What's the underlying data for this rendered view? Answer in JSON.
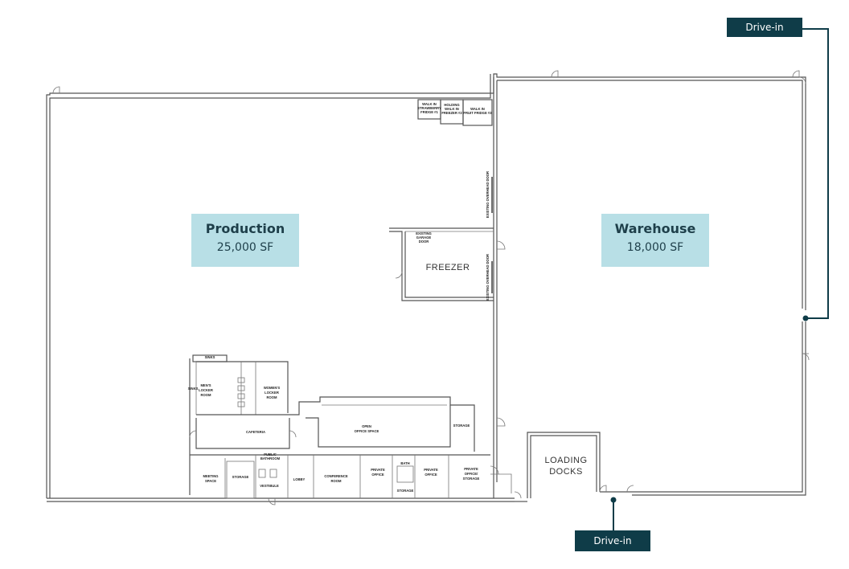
{
  "areas": {
    "production": {
      "name": "Production",
      "size": "25,000 SF"
    },
    "warehouse": {
      "name": "Warehouse",
      "size": "18,000 SF"
    }
  },
  "drive_in_labels": {
    "top": "Drive-in",
    "bottom": "Drive-in"
  },
  "rooms": {
    "freezer": "FREEZER",
    "loading_docks_line1": "LOADING",
    "loading_docks_line2": "DOCKS",
    "walk_in_strawberry_1": "WALK IN",
    "walk_in_strawberry_2": "STRAWBERRY",
    "walk_in_strawberry_3": "FRIDGE #1",
    "holding_freezer_1": "HOLDING",
    "holding_freezer_2": "WALK IN",
    "holding_freezer_3": "FREEZER #2",
    "walk_in_fruit_1": "WALK IN",
    "walk_in_fruit_2": "FRUIT FRIDGE #3",
    "existing_garage_1": "EXISTING",
    "existing_garage_2": "GARAGE",
    "existing_garage_3": "DOOR",
    "overhead_door_1": "EXISTING OVERHEAD DOOR",
    "overhead_door_2": "EXISTING OVERHEAD DOOR",
    "sinks_top": "SINKS",
    "sinks_left": "SINKS",
    "mens_locker_1": "MEN'S",
    "mens_locker_2": "LOCKER",
    "mens_locker_3": "ROOM",
    "womens_locker_1": "WOMEN'S",
    "womens_locker_2": "LOCKER",
    "womens_locker_3": "ROOM",
    "cafeteria": "CAFETERIA",
    "open_office_1": "OPEN",
    "open_office_2": "OFFICE SPACE",
    "storage_right": "STORAGE",
    "meeting_1": "MEETING",
    "meeting_2": "SPACE",
    "storage_left": "STORAGE",
    "public_bath_1": "PUBLIC",
    "public_bath_2": "BATHROOM",
    "vestibule": "VESTIBULE",
    "lobby": "LOBBY",
    "conference_1": "CONFERENCE",
    "conference_2": "ROOM",
    "private_office_a1": "PRIVATE",
    "private_office_a2": "OFFICE",
    "bath": "BATH",
    "storage_small": "STORAGE",
    "private_office_b1": "PRIVATE",
    "private_office_b2": "OFFICE",
    "private_storage_1": "PRIVATE",
    "private_storage_2": "OFFICE/",
    "private_storage_3": "STORAGE"
  },
  "colors": {
    "area_fill": "#b8dfe6",
    "tag_fill": "#0f3c48",
    "leader_line": "#0f3c48"
  }
}
